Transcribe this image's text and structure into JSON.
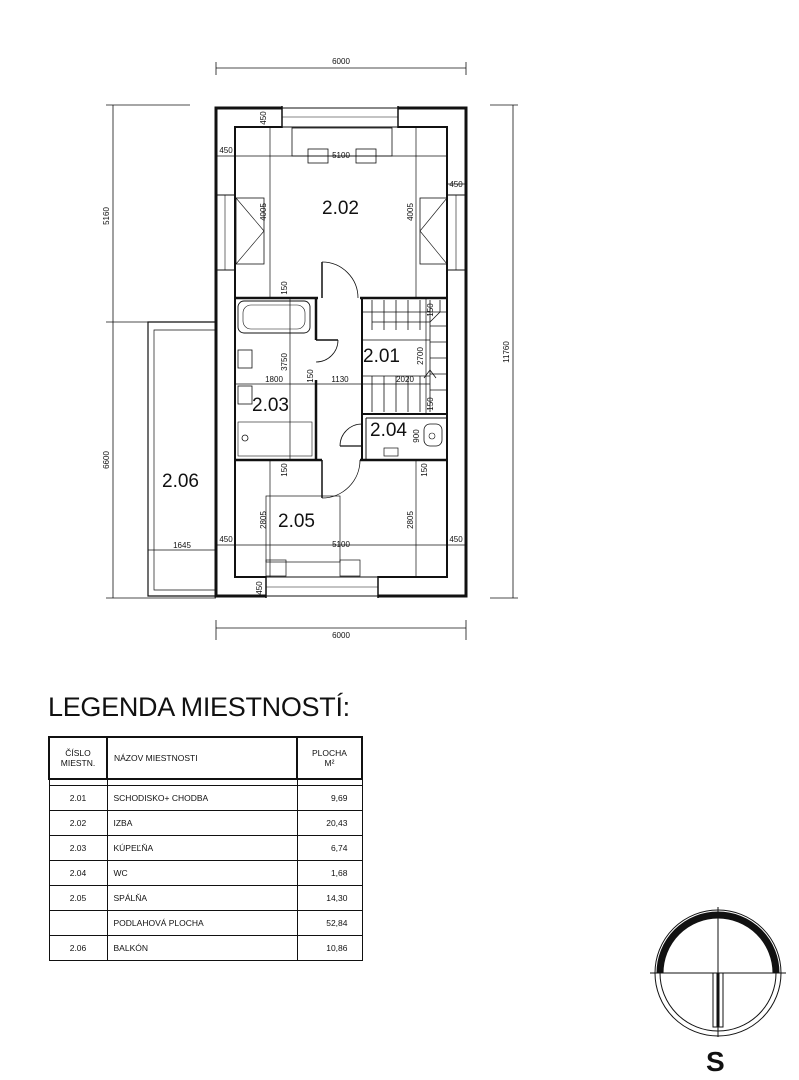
{
  "plan": {
    "dims": {
      "top_total": "6000",
      "bottom_total": "6000",
      "right_total": "11760",
      "left_upper": "5160",
      "left_lower": "6600",
      "room202_width": "5100",
      "room202_height_l": "4005",
      "room202_height_r": "4005",
      "wall_l_top": "450",
      "wall_r_top": "450",
      "wall_top_vert": "450",
      "bath_width": "1800",
      "hall_width": "1130",
      "bath_height": "3750",
      "hall_gap": "150",
      "stair_width": "2020",
      "stair_len": "2700",
      "stair_gap1": "150",
      "stair_gap2": "150",
      "wc_depth": "900",
      "gap_bath_top": "150",
      "room205_height_l": "2805",
      "room205_height_r": "2805",
      "room205_width": "5100",
      "room205_gap_l": "150",
      "room205_gap_r": "150",
      "balcony_width": "1645",
      "wall_l_bottom": "450",
      "wall_r_bottom": "450",
      "wall_bottom_vert": "450"
    },
    "rooms": {
      "r201": "2.01",
      "r202": "2.02",
      "r203": "2.03",
      "r204": "2.04",
      "r205": "2.05",
      "r206": "2.06"
    }
  },
  "legend": {
    "title": "LEGENDA MIESTNOSTÍ:",
    "headers": {
      "num_line1": "ČÍSLO",
      "num_line2": "MIESTN.",
      "name": "NÁZOV MIESTNOSTI",
      "area_line1": "PLOCHA",
      "area_line2": "M²"
    },
    "rows": [
      {
        "num": "2.01",
        "name": "SCHODISKO+ CHODBA",
        "area": "9,69"
      },
      {
        "num": "2.02",
        "name": "IZBA",
        "area": "20,43"
      },
      {
        "num": "2.03",
        "name": "KÚPEĽŇA",
        "area": "6,74"
      },
      {
        "num": "2.04",
        "name": "WC",
        "area": "1,68"
      },
      {
        "num": "2.05",
        "name": "SPÁLŇA",
        "area": "14,30"
      },
      {
        "num": "",
        "name": "PODLAHOVÁ PLOCHA",
        "area": "52,84"
      },
      {
        "num": "2.06",
        "name": "BALKÓN",
        "area": "10,86"
      }
    ]
  },
  "north": {
    "label": "S",
    "icon": "north-arrow-icon"
  }
}
